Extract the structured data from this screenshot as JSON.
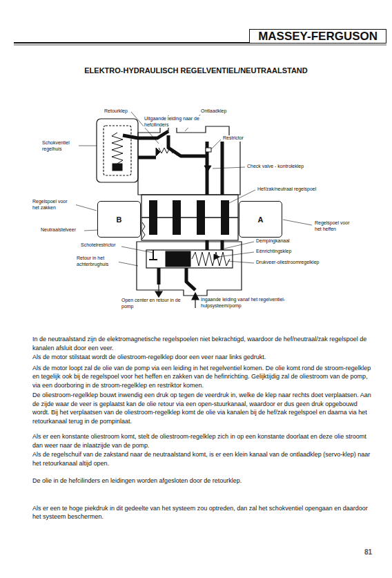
{
  "diagram": {
    "title": "ELEKTRO-HYDRAULISCH REGELVENTIEL/NEUTRAALSTAND",
    "nodes": [
      {
        "text": [
          "MASSEY-FERGUSON"
        ]
      },
      {
        "text": [
          "B"
        ]
      },
      {
        "text": [
          "A"
        ]
      }
    ],
    "labels": [
      "Retourklep",
      "Uitgaande leiding naar de hefcilinders",
      "Ontlaadklep",
      "Schokventiel regelhuis",
      "Restrictor",
      "Check valve - kontroleklep",
      "Hef/zak/neutraal regelspoel",
      "Regelspoel voor het zakken",
      "Neutraalstelveer",
      "Regelspoel voor het heffen",
      "Schotelrestrictor",
      "Dempingkanaal",
      "Eénrichtingsklep",
      "Retour in het achterbrughuis",
      "Drukveer-oliestroomregelklep",
      "Open center en retour in de pomp",
      "Ingaande leiding vanaf het regelventiel-hulpsysteem/pomp",
      "In de neutraalstand zijn de elektromagnetische regelspoelen niet bekrachtigd, waardoor de hef/neutraal/zak regelspoel de kanalen afsluit door een veer.",
      "Als de motor stilstaat wordt de oliestroom-regelklep door een veer naar links gedrukt.",
      "Als de motor loopt zal de olie van de pomp via een leiding in het regelventiel komen. De olie komt rond de stroom-regelklep en tegelijk ook bij de regelspoel voor het heffen en zakken van de hefinrichting. Gelijktijdig zal de oliestroom van de pomp, via een doorboring in de stroom-regelklep en restriktor komen.",
      "De oliestroom-regelklep bouwt inwendig een druk op tegen de veerdruk in, welke de klep naar rechts doet verplaatsen. Aan de zijde waar de veer is geplaatst kan de olie retour via een open-stuurkanaal, waardoor er dus geen druk opgebouwd wordt. Bij het verplaatsen van de oliestroom-regelklep komt de olie via kanalen bij de hef/zak regelspoel en daarna via het retourkanaal terug in de pompinlaat.",
      "Als er een konstante oliestroom komt, stelt de oliestroom-regelklep zich in op een konstante doorlaat en deze olie stroomt dan weer naar de inlaatzijde van de pomp.",
      "Als de regelschuif van de zakstand naar de neutraalstand komt, is er een klein kanaal van de ontlaadklep (servo-klep) naar het retourkanaal altijd open.",
      "De olie in de hefcilinders en leidingen worden afgesloten door de retourklep.",
      "Als er een te hoge piekdruk in dit gedeelte van het systeem zou optreden, dan zal het schokventiel opengaan en daardoor het systeem beschermen.",
      "81"
    ]
  }
}
